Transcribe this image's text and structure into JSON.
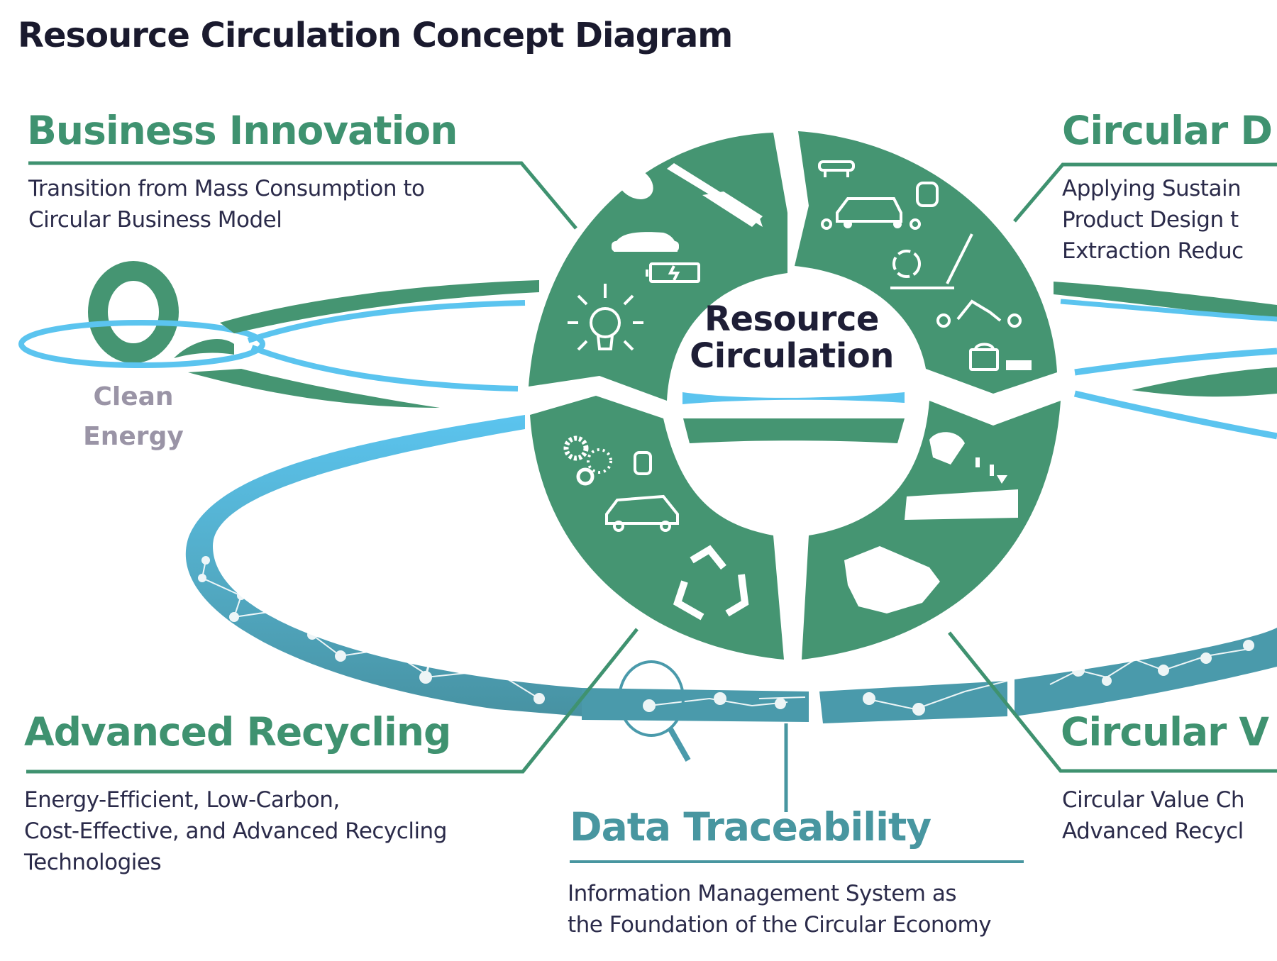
{
  "title": "Resource Circulation Concept Diagram",
  "center": {
    "line1": "Resource",
    "line2": "Circulation"
  },
  "clean_energy": {
    "line1": "Clean",
    "line2": "Energy"
  },
  "sections": {
    "business_innovation": {
      "heading": "Business Innovation",
      "desc_lines": [
        "Transition from Mass Consumption to",
        "Circular Business Model"
      ],
      "icons": [
        "product-design-icon",
        "car-icon",
        "battery-icon",
        "lightbulb-icon"
      ]
    },
    "circular_design": {
      "heading": "Circular D",
      "desc_lines": [
        "Applying Sustain",
        "Product Design t",
        "Extraction Reduc"
      ],
      "icons": [
        "assembly-line-icon",
        "vehicle-parts-icon",
        "recycle-icon",
        "pen-icon",
        "disassembly-icon",
        "components-icon"
      ]
    },
    "advanced_recycling": {
      "heading": "Advanced Recycling",
      "desc_lines": [
        "Energy-Efficient, Low-Carbon,",
        "Cost-Effective, and Advanced Recycling",
        "Technologies"
      ],
      "icons": [
        "gears-icon",
        "car-icon",
        "recycle-icon"
      ]
    },
    "circular_value": {
      "heading": "Circular V",
      "desc_lines": [
        "Circular Value Ch",
        "Advanced Recycl"
      ],
      "icons": [
        "materials-icon",
        "truck-icon",
        "handshake-icon"
      ]
    },
    "data_traceability": {
      "heading": "Data Traceability",
      "desc_lines": [
        "Information Management System as",
        "the Foundation of the Circular Economy"
      ],
      "icons": [
        "magnifier-icon",
        "network-nodes-icon"
      ]
    }
  },
  "colors": {
    "ring_green": "#459572",
    "heading_green": "#3f9270",
    "light_blue": "#5bc4ef",
    "teal_band": "#4a9aab",
    "teal_heading": "#4896a0",
    "text_dark": "#2b2b4a",
    "clean_energy_gray": "#9a94a6"
  }
}
